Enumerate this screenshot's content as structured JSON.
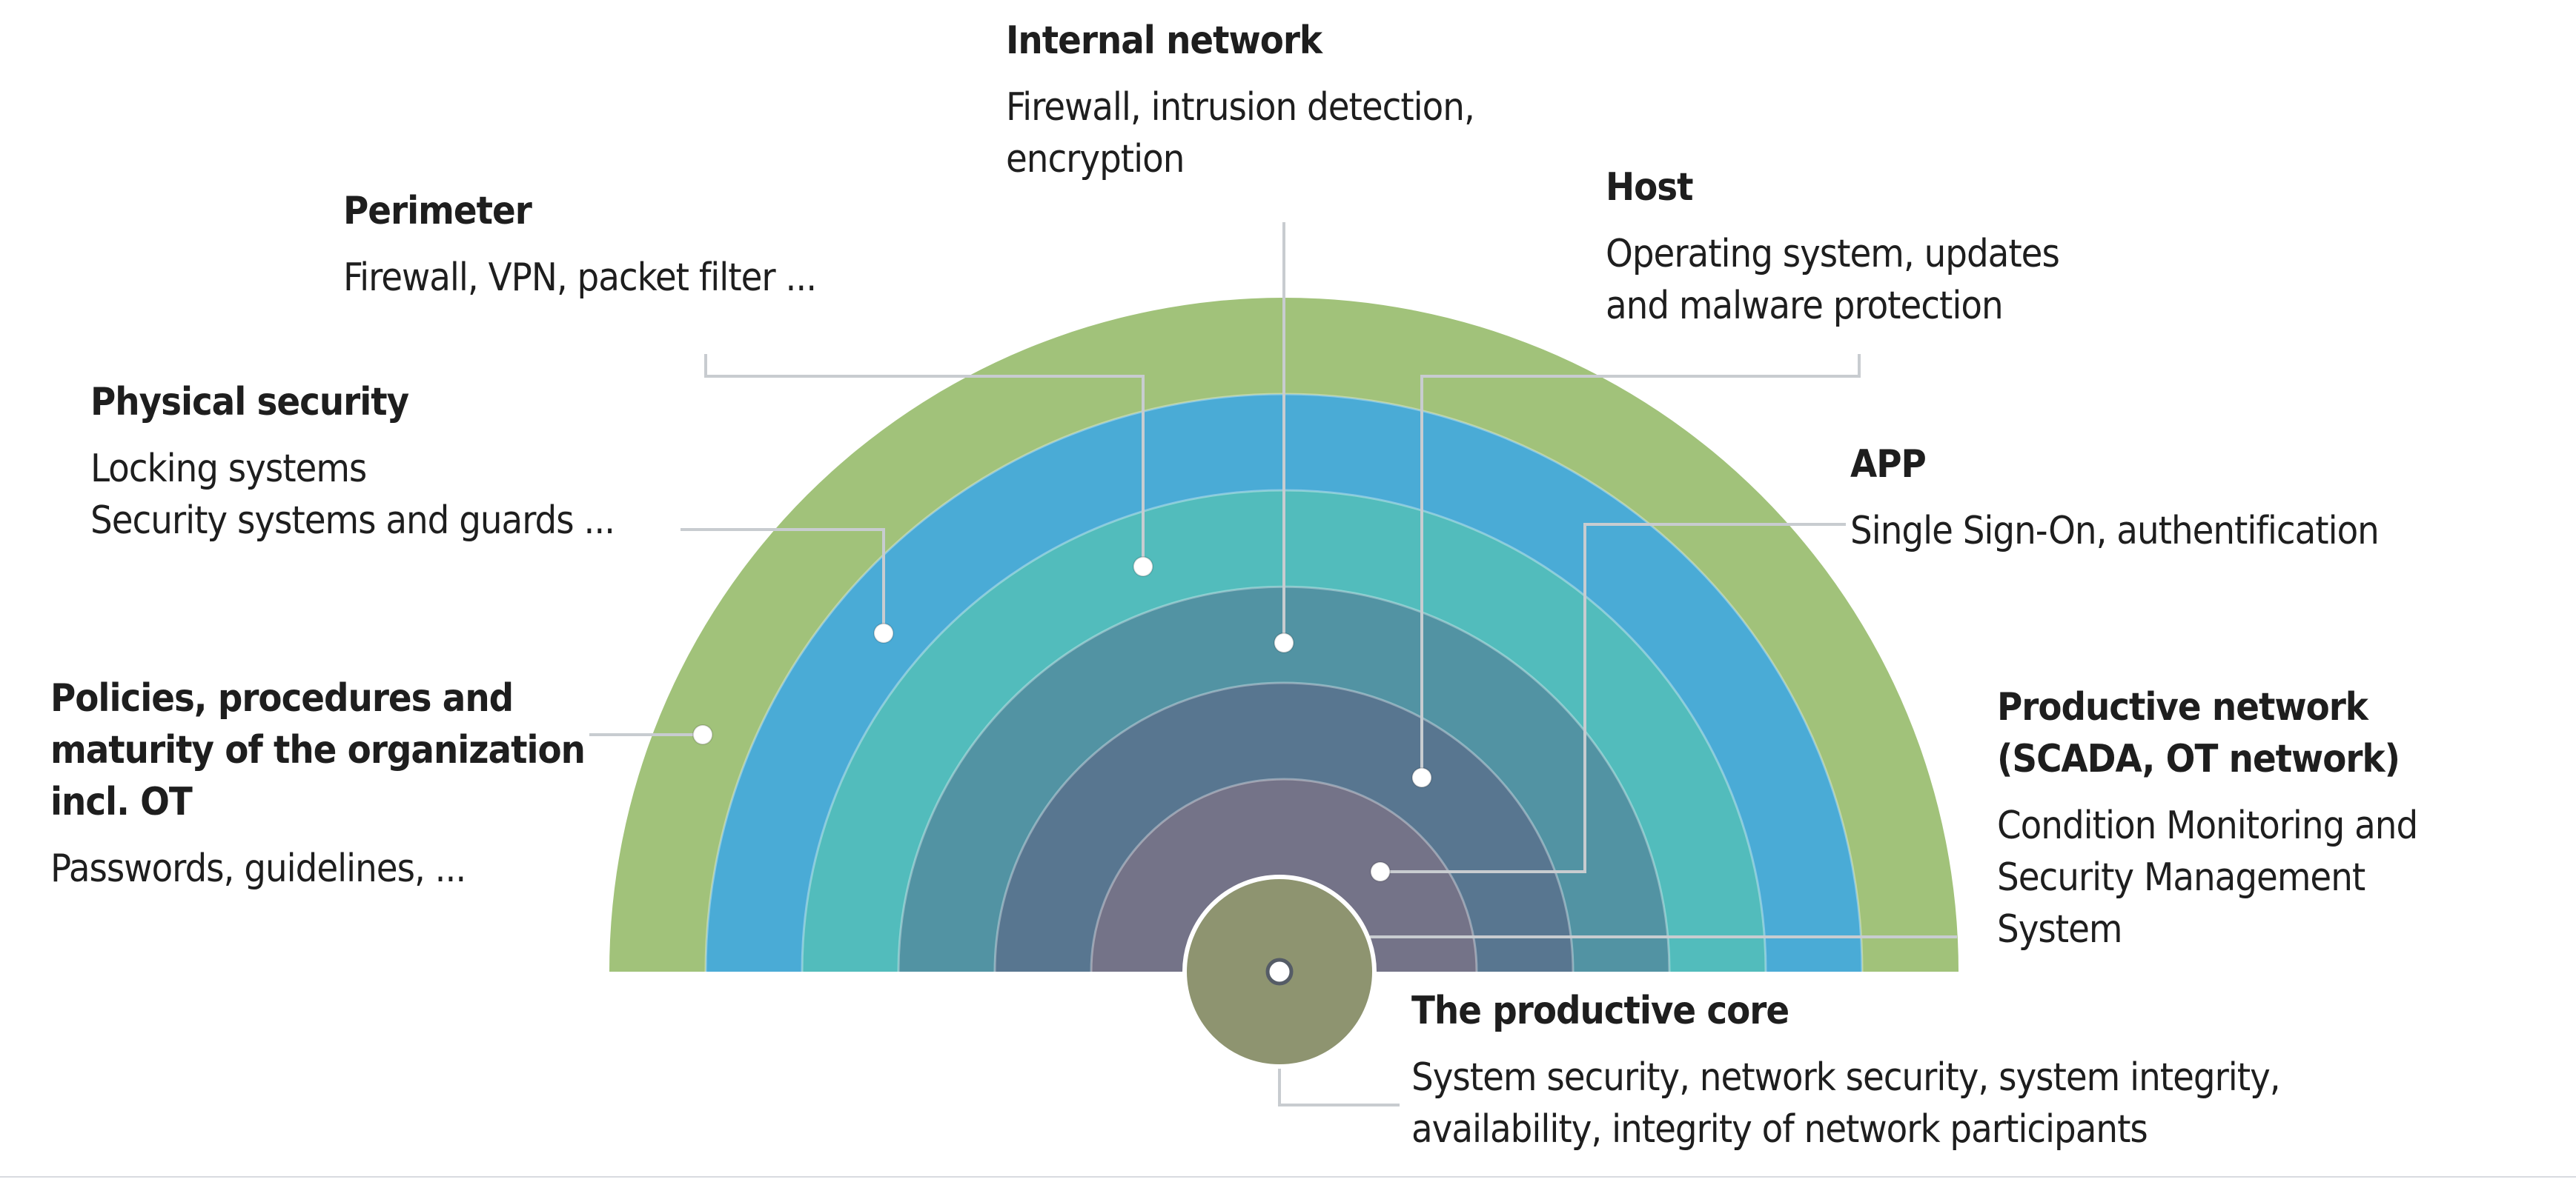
{
  "colors": {
    "ring_policies": "#a1c27a",
    "ring_physical": "#4aabd6",
    "ring_perimeter": "#52bcbc",
    "ring_internal_network": "#5293a3",
    "ring_host": "#587690",
    "ring_app": "#747388",
    "core": "#8e9470",
    "connector": "#c8ccd0",
    "text": "#1e1e1e"
  },
  "layers": [
    {
      "key": "internal_network",
      "title": "Internal network",
      "lines": [
        "Firewall, intrusion detection,",
        "encryption"
      ]
    },
    {
      "key": "perimeter",
      "title": "Perimeter",
      "lines": [
        "Firewall, VPN, packet filter ..."
      ]
    },
    {
      "key": "host",
      "title": "Host",
      "lines": [
        "Operating system, updates",
        "and malware protection"
      ]
    },
    {
      "key": "physical_security",
      "title": "Physical security",
      "lines": [
        "Locking systems",
        "Security systems and guards ..."
      ]
    },
    {
      "key": "app",
      "title": "APP",
      "lines": [
        "Single Sign-On, authentification"
      ]
    },
    {
      "key": "policies",
      "title_lines": [
        "Policies, procedures and",
        "maturity of the organization",
        "incl. OT"
      ],
      "lines": [
        "Passwords, guidelines, ..."
      ]
    },
    {
      "key": "productive_network",
      "title_lines": [
        "Productive network",
        "(SCADA, OT network)"
      ],
      "lines": [
        "Condition Monitoring and",
        "Security Management",
        "System"
      ]
    },
    {
      "key": "productive_core",
      "title": "The productive core",
      "lines": [
        "System security, network security, system integrity,",
        "availability, integrity of network participants"
      ]
    }
  ]
}
